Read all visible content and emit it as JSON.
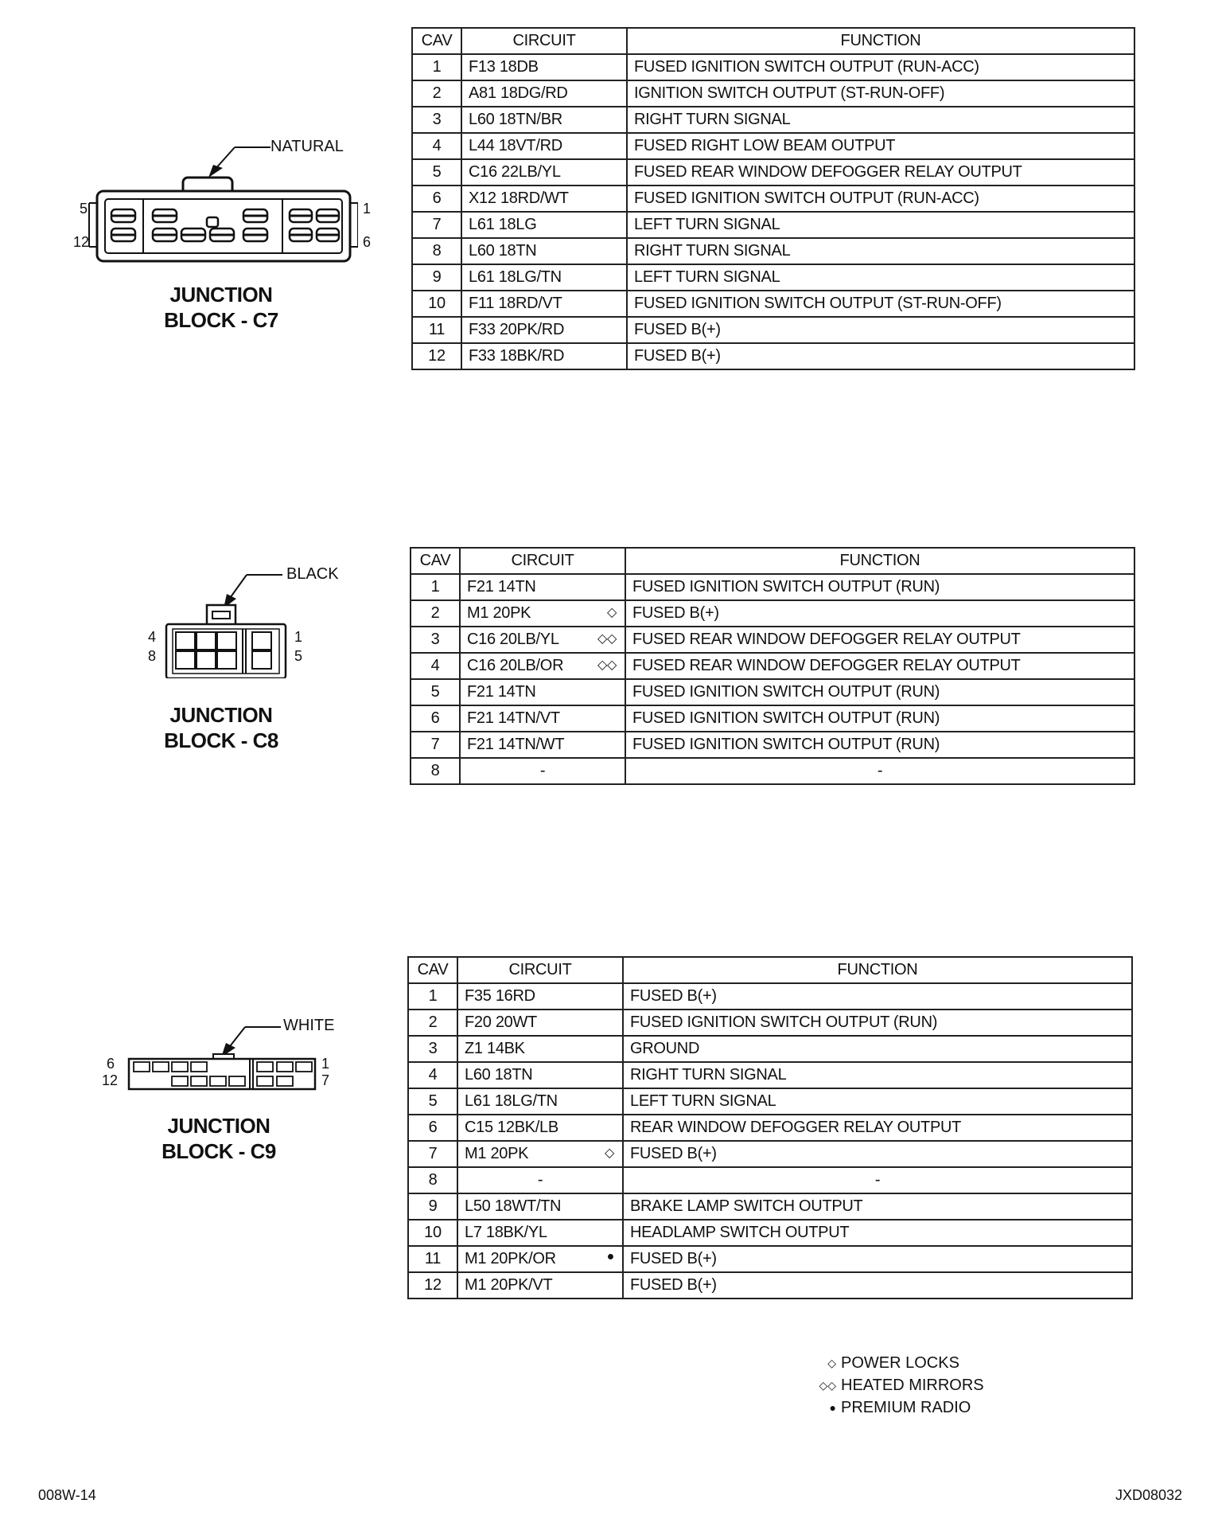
{
  "connectors": [
    {
      "label_line1": "JUNCTION",
      "label_line2": "BLOCK - C7",
      "color": "NATURAL",
      "pin_top_left": "5",
      "pin_bottom_left": "12",
      "pin_top_right": "1",
      "pin_bottom_right": "6",
      "headers": {
        "cav": "CAV",
        "circuit": "CIRCUIT",
        "function": "FUNCTION"
      },
      "rows": [
        {
          "cav": "1",
          "circuit": "F13 18DB",
          "marker": "",
          "function": "FUSED IGNITION SWITCH OUTPUT (RUN-ACC)"
        },
        {
          "cav": "2",
          "circuit": "A81 18DG/RD",
          "marker": "",
          "function": "IGNITION SWITCH OUTPUT (ST-RUN-OFF)"
        },
        {
          "cav": "3",
          "circuit": "L60 18TN/BR",
          "marker": "",
          "function": "RIGHT TURN SIGNAL"
        },
        {
          "cav": "4",
          "circuit": "L44 18VT/RD",
          "marker": "",
          "function": "FUSED RIGHT LOW BEAM OUTPUT"
        },
        {
          "cav": "5",
          "circuit": "C16 22LB/YL",
          "marker": "",
          "function": "FUSED REAR WINDOW DEFOGGER RELAY OUTPUT"
        },
        {
          "cav": "6",
          "circuit": "X12 18RD/WT",
          "marker": "",
          "function": "FUSED IGNITION SWITCH OUTPUT (RUN-ACC)"
        },
        {
          "cav": "7",
          "circuit": "L61 18LG",
          "marker": "",
          "function": "LEFT TURN SIGNAL"
        },
        {
          "cav": "8",
          "circuit": "L60 18TN",
          "marker": "",
          "function": "RIGHT TURN SIGNAL"
        },
        {
          "cav": "9",
          "circuit": "L61 18LG/TN",
          "marker": "",
          "function": "LEFT TURN SIGNAL"
        },
        {
          "cav": "10",
          "circuit": "F11 18RD/VT",
          "marker": "",
          "function": "FUSED IGNITION SWITCH OUTPUT (ST-RUN-OFF)"
        },
        {
          "cav": "11",
          "circuit": "F33 20PK/RD",
          "marker": "",
          "function": "FUSED B(+)"
        },
        {
          "cav": "12",
          "circuit": "F33 18BK/RD",
          "marker": "",
          "function": "FUSED B(+)"
        }
      ]
    },
    {
      "label_line1": "JUNCTION",
      "label_line2": "BLOCK - C8",
      "color": "BLACK",
      "pin_top_left": "4",
      "pin_bottom_left": "8",
      "pin_top_right": "1",
      "pin_bottom_right": "5",
      "headers": {
        "cav": "CAV",
        "circuit": "CIRCUIT",
        "function": "FUNCTION"
      },
      "rows": [
        {
          "cav": "1",
          "circuit": "F21 14TN",
          "marker": "",
          "function": "FUSED IGNITION SWITCH OUTPUT (RUN)"
        },
        {
          "cav": "2",
          "circuit": "M1 20PK",
          "marker": "◇",
          "function": "FUSED B(+)"
        },
        {
          "cav": "3",
          "circuit": "C16 20LB/YL",
          "marker": "◇◇",
          "function": "FUSED REAR WINDOW DEFOGGER RELAY OUTPUT"
        },
        {
          "cav": "4",
          "circuit": "C16 20LB/OR",
          "marker": "◇◇",
          "function": "FUSED REAR WINDOW DEFOGGER RELAY OUTPUT"
        },
        {
          "cav": "5",
          "circuit": "F21 14TN",
          "marker": "",
          "function": "FUSED IGNITION SWITCH OUTPUT (RUN)"
        },
        {
          "cav": "6",
          "circuit": "F21 14TN/VT",
          "marker": "",
          "function": "FUSED IGNITION SWITCH OUTPUT (RUN)"
        },
        {
          "cav": "7",
          "circuit": "F21 14TN/WT",
          "marker": "",
          "function": "FUSED IGNITION SWITCH OUTPUT (RUN)"
        },
        {
          "cav": "8",
          "circuit": "-",
          "marker": "",
          "function": "-",
          "blank": true
        }
      ]
    },
    {
      "label_line1": "JUNCTION",
      "label_line2": "BLOCK - C9",
      "color": "WHITE",
      "pin_top_left": "6",
      "pin_bottom_left": "12",
      "pin_top_right": "1",
      "pin_bottom_right": "7",
      "headers": {
        "cav": "CAV",
        "circuit": "CIRCUIT",
        "function": "FUNCTION"
      },
      "rows": [
        {
          "cav": "1",
          "circuit": "F35 16RD",
          "marker": "",
          "function": "FUSED B(+)"
        },
        {
          "cav": "2",
          "circuit": "F20 20WT",
          "marker": "",
          "function": "FUSED IGNITION SWITCH OUTPUT (RUN)"
        },
        {
          "cav": "3",
          "circuit": "Z1 14BK",
          "marker": "",
          "function": "GROUND"
        },
        {
          "cav": "4",
          "circuit": "L60 18TN",
          "marker": "",
          "function": "RIGHT TURN SIGNAL"
        },
        {
          "cav": "5",
          "circuit": "L61 18LG/TN",
          "marker": "",
          "function": "LEFT TURN SIGNAL"
        },
        {
          "cav": "6",
          "circuit": "C15 12BK/LB",
          "marker": "",
          "function": "REAR WINDOW DEFOGGER RELAY OUTPUT"
        },
        {
          "cav": "7",
          "circuit": "M1 20PK",
          "marker": "◇",
          "function": "FUSED B(+)"
        },
        {
          "cav": "8",
          "circuit": "-",
          "marker": "",
          "function": "-",
          "blank": true
        },
        {
          "cav": "9",
          "circuit": "L50 18WT/TN",
          "marker": "",
          "function": "BRAKE LAMP SWITCH OUTPUT"
        },
        {
          "cav": "10",
          "circuit": "L7 18BK/YL",
          "marker": "",
          "function": "HEADLAMP SWITCH OUTPUT"
        },
        {
          "cav": "11",
          "circuit": "M1 20PK/OR",
          "marker": "●",
          "function": "FUSED B(+)"
        },
        {
          "cav": "12",
          "circuit": "M1 20PK/VT",
          "marker": "",
          "function": "FUSED B(+)"
        }
      ]
    }
  ],
  "legend": [
    {
      "symbol": "◇",
      "text": "POWER LOCKS"
    },
    {
      "symbol": "◇◇",
      "text": "HEATED MIRRORS"
    },
    {
      "symbol": "●",
      "text": "PREMIUM RADIO"
    }
  ],
  "footer": {
    "left": "008W-14",
    "right": "JXD08032"
  }
}
